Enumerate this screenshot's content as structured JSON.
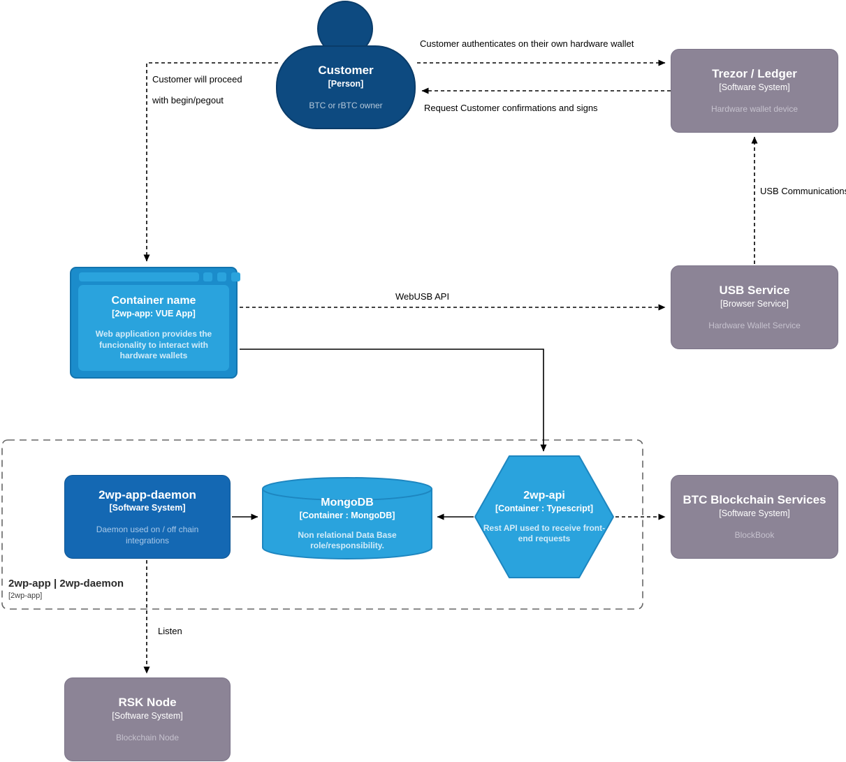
{
  "nodes": {
    "customer": {
      "title": "Customer",
      "subtitle": "[Person]",
      "description": "BTC or rBTC owner"
    },
    "trezor": {
      "title": "Trezor / Ledger",
      "subtitle": "[Software System]",
      "description": "Hardware wallet device"
    },
    "webapp": {
      "title": "Container name",
      "subtitle": "[2wp-app: VUE App]",
      "description": "Web application provides the funcionality to interact with hardware wallets"
    },
    "usb_service": {
      "title": "USB Service",
      "subtitle": "[Browser Service]",
      "description": "Hardware Wallet Service"
    },
    "daemon": {
      "title": "2wp-app-daemon",
      "subtitle": "[Software System]",
      "description": "Daemon used on / off chain integrations"
    },
    "mongodb": {
      "title": "MongoDB",
      "subtitle": "[Container : MongoDB]",
      "description": "Non relational Data Base role/responsibility."
    },
    "api": {
      "title": "2wp-api",
      "subtitle": "[Container : Typescript]",
      "description": "Rest API used to receive front-end requests"
    },
    "btc": {
      "title": "BTC Blockchain Services",
      "subtitle": "[Software System]",
      "description": "BlockBook"
    },
    "rsk": {
      "title": "RSK Node",
      "subtitle": "[Software System]",
      "description": "Blockchain Node"
    }
  },
  "boundary": {
    "title": "2wp-app | 2wp-daemon",
    "subtitle": "[2wp-app]"
  },
  "edges": {
    "auth": "Customer authenticates on their own hardware wallet",
    "request_sign": "Request Customer confirmations and signs",
    "proceed_line1": "Customer will proceed",
    "proceed_line2": "with begin/pegout",
    "webusb": "WebUSB API",
    "usb_comm": "USB Communications",
    "listen": "Listen"
  },
  "colors": {
    "person_fill": "#0d4a80",
    "system_blue_fill": "#1468b3",
    "container_blue_fill": "#2aa3dd",
    "container_frame_fill": "#1b8ccb",
    "external_gray_fill": "#8c8496",
    "muted_text_gray": "#c6c2ce",
    "muted_text_blue": "#d2ebf8",
    "edge_color": "#000000",
    "boundary_color": "#666666"
  }
}
